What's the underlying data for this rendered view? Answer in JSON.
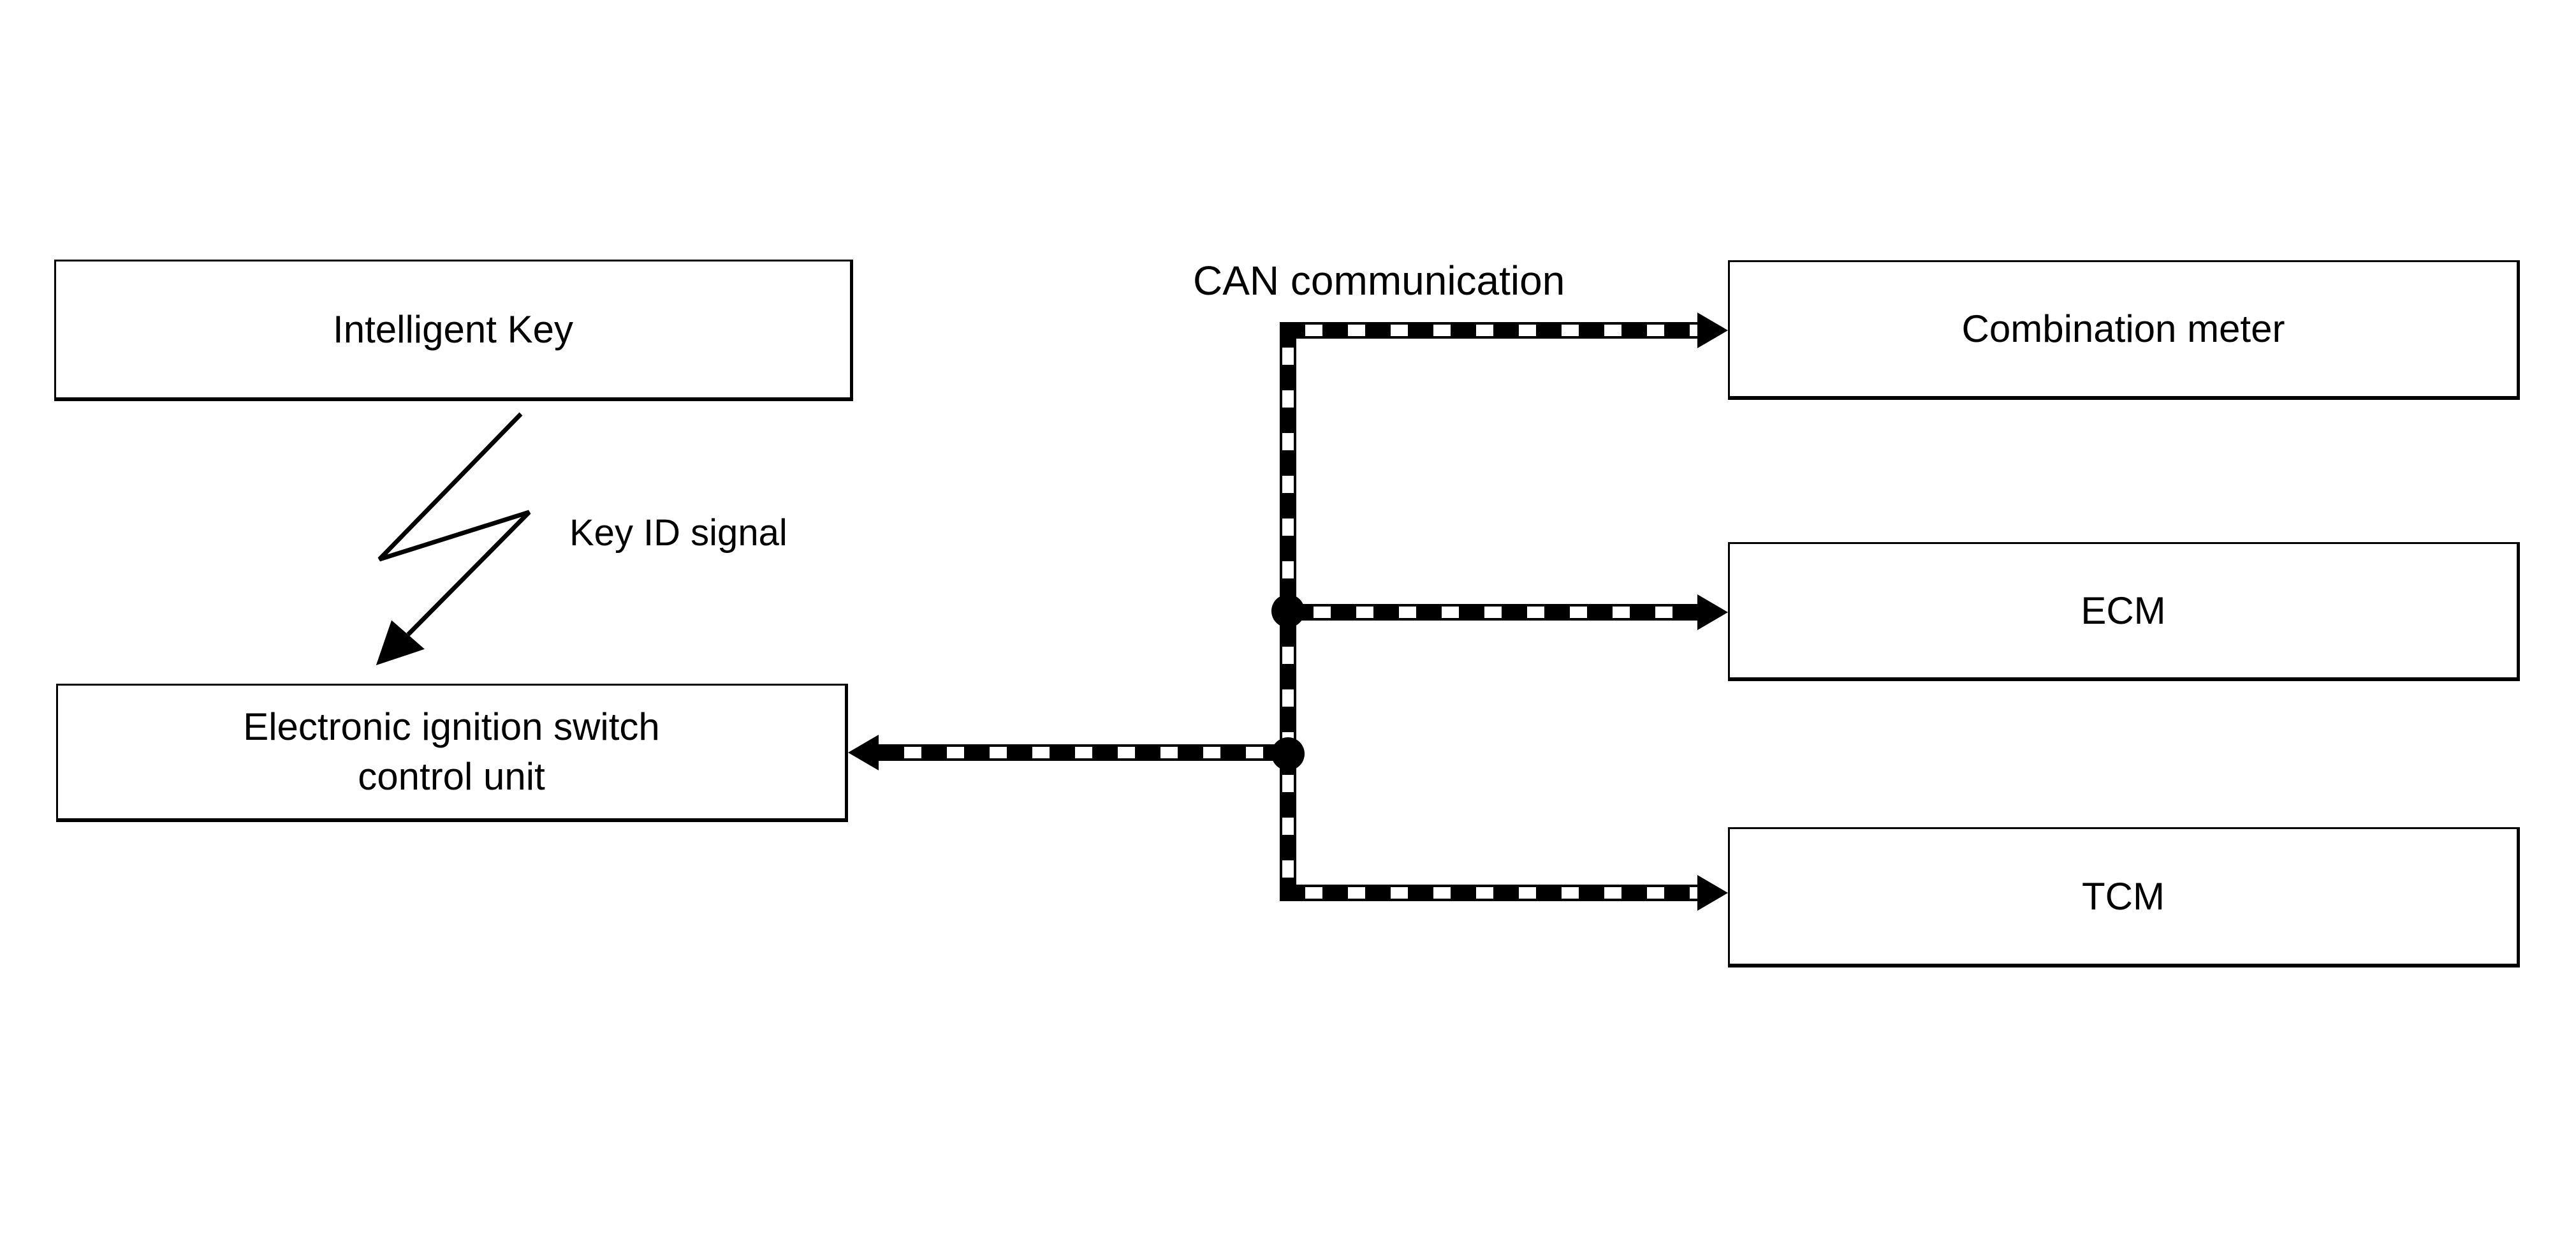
{
  "colors": {
    "background": "#ffffff",
    "line": "#000000",
    "box_fill": "#ffffff",
    "text": "#000000"
  },
  "boxes": {
    "intelligent_key": {
      "label": "Intelligent Key"
    },
    "eis_control_unit": {
      "line1": "Electronic ignition switch",
      "line2": "control unit"
    },
    "combination_meter": {
      "label": "Combination meter"
    },
    "ecm": {
      "label": "ECM"
    },
    "tcm": {
      "label": "TCM"
    }
  },
  "labels": {
    "can_communication": "CAN communication",
    "key_id_signal": "Key ID signal"
  }
}
